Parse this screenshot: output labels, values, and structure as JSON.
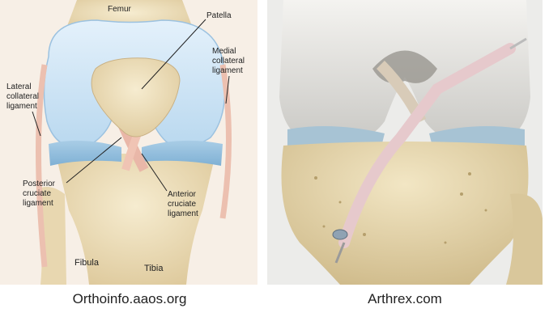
{
  "left_diagram": {
    "labels": {
      "femur": "Femur",
      "patella": "Patella",
      "medial_collateral": [
        "Medial",
        "collateral",
        "ligament"
      ],
      "lateral_collateral": [
        "Lateral",
        "collateral",
        "ligament"
      ],
      "posterior_cruciate": [
        "Posterior",
        "cruciate",
        "ligament"
      ],
      "anterior_cruciate": [
        "Anterior",
        "cruciate",
        "ligament"
      ],
      "fibula": "Fibula",
      "tibia": "Tibia"
    },
    "caption": "Orthoinfo.aaos.org"
  },
  "right_diagram": {
    "caption": "Arthrex.com"
  }
}
